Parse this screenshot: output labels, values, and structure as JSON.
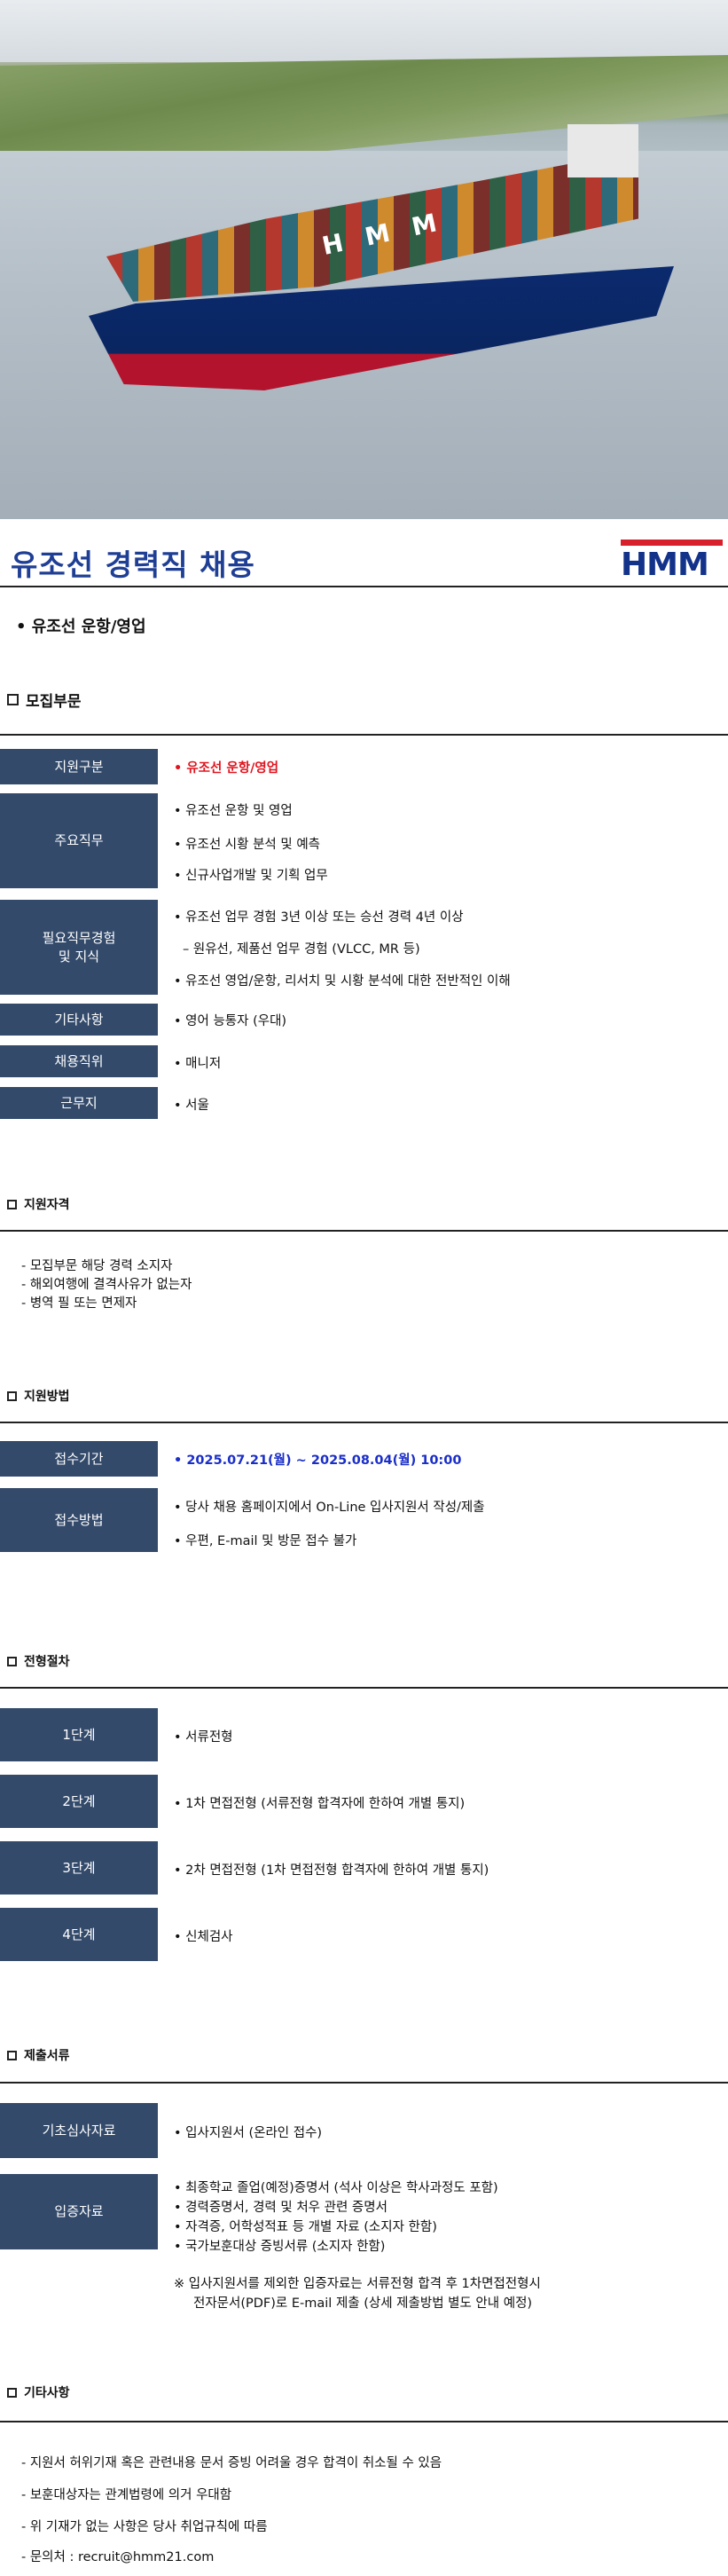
{
  "hero": {
    "ship_lettering": "HMM"
  },
  "header": {
    "title": "유조선 경력직 채용",
    "logo_text": "HMM"
  },
  "position": "• 유조선 운항/영업",
  "sections": {
    "recruit": "모집부문",
    "qualification": "지원자격",
    "method": "지원방법",
    "process": "전형절차",
    "documents": "제출서류",
    "etc": "기타사항"
  },
  "recruit_table": {
    "r1": {
      "label": "지원구분",
      "values": [
        "• 유조선 운항/영업"
      ]
    },
    "r2": {
      "label": "주요직무",
      "values": [
        "• 유조선 운항 및 영업",
        "• 유조선 시황 분석 및 예측",
        "• 신규사업개발 및 기획 업무"
      ]
    },
    "r3": {
      "label": "필요직무경험\n및 지식",
      "values": [
        "• 유조선 업무 경험 3년 이상 또는 승선 경력 4년 이상",
        "– 원유선, 제품선 업무 경험 (VLCC, MR 등)",
        "• 유조선 영업/운항, 리서치 및 시황 분석에 대한 전반적인 이해"
      ]
    },
    "r4": {
      "label": "기타사항",
      "values": [
        "• 영어 능통자 (우대)"
      ]
    },
    "r5": {
      "label": "채용직위",
      "values": [
        "• 매니저"
      ]
    },
    "r6": {
      "label": "근무지",
      "values": [
        "• 서울"
      ]
    }
  },
  "qualifications": [
    "- 모집부문 해당 경력 소지자",
    "- 해외여행에 결격사유가 없는자",
    "- 병역 필 또는 면제자"
  ],
  "method_table": {
    "period": {
      "label": "접수기간",
      "value": "• 2025.07.21(월) ~ 2025.08.04(월) 10:00"
    },
    "how": {
      "label": "접수방법",
      "values": [
        "• 당사 채용 홈페이지에서 On-Line 입사지원서 작성/제출",
        "• 우편, E-mail 및 방문 접수 불가"
      ]
    }
  },
  "process_table": [
    {
      "label": "1단계",
      "value": "• 서류전형"
    },
    {
      "label": "2단계",
      "value": "• 1차 면접전형 (서류전형 합격자에 한하여 개별 통지)"
    },
    {
      "label": "3단계",
      "value": "• 2차 면접전형 (1차 면접전형 합격자에 한하여 개별 통지)"
    },
    {
      "label": "4단계",
      "value": "• 신체검사"
    }
  ],
  "documents_table": {
    "basic": {
      "label": "기초심사자료",
      "value": "• 입사지원서 (온라인 접수)"
    },
    "proof": {
      "label": "입증자료",
      "values": [
        "• 최종학교 졸업(예정)증명서 (석사 이상은 학사과정도 포함)",
        "• 경력증명서, 경력 및 처우 관련 증명서",
        "• 자격증, 어학성적표 등 개별 자료 (소지자 한함)",
        "• 국가보훈대상 증빙서류 (소지자 한함)"
      ]
    },
    "note_line1": "※ 입사지원서를 제외한 입증자료는 서류전형 합격 후 1차면접전형시",
    "note_line2": "전자문서(PDF)로 E-mail 제출 (상세 제출방법 별도 안내 예정)"
  },
  "etc_items": [
    "- 지원서 허위기재 혹은 관련내용 문서 증빙 어려울 경우 합격이 취소될 수 있음",
    "- 보훈대상자는 관계법령에 의거 우대함",
    "- 위 기재가 없는 사항은 당사 취업규칙에 따름",
    "- 문의처 : recruit@hmm21.com"
  ],
  "colors": {
    "label_bg": "#334a6b",
    "title": "#1f3f95",
    "highlight_red": "#e0141e",
    "highlight_blue": "#1a2ec8",
    "logo_red": "#d8202c"
  }
}
